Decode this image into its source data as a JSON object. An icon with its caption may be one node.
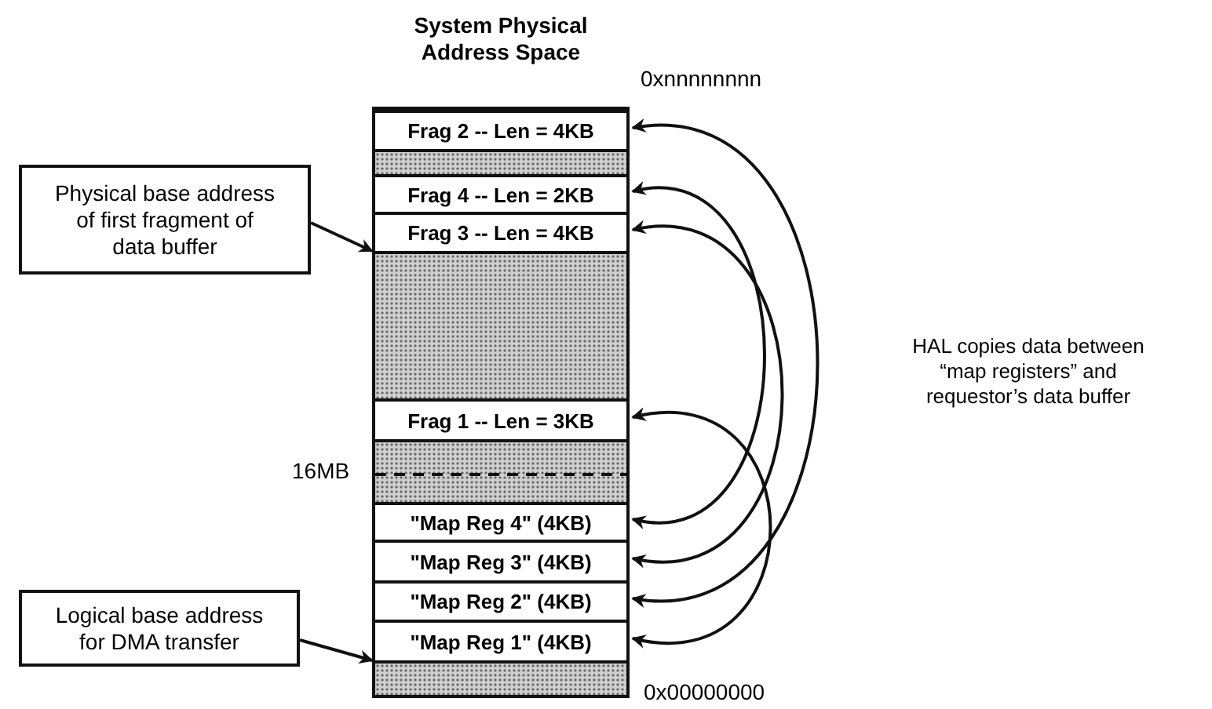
{
  "diagram": {
    "nodes": [
      {
        "text": [
          "System Physical Address Space"
        ]
      },
      {
        "text": [
          "Frag 2 -- Len = 4KB"
        ],
        "in": 0
      },
      {
        "text": [
          "Frag 4 -- Len = 2KB"
        ],
        "in": 0
      },
      {
        "text": [
          "Frag 3 -- Len = 4KB"
        ],
        "in": 0
      },
      {
        "text": [
          "Frag 1 -- Len = 3KB"
        ],
        "in": 0
      },
      {
        "text": [
          "\"Map Reg 4\" (4KB)"
        ],
        "in": 0
      },
      {
        "text": [
          "\"Map Reg 3\" (4KB)"
        ],
        "in": 0
      },
      {
        "text": [
          "\"Map Reg 2\" (4KB)"
        ],
        "in": 0
      },
      {
        "text": [
          "\"Map Reg 1\" (4KB)"
        ],
        "in": 0
      },
      {
        "text": [
          "Physical base address of first fragment of data buffer"
        ]
      },
      {
        "text": [
          "Logical base address for DMA transfer"
        ]
      },
      {
        "text": [],
        "shape": "box",
        "in": 0
      },
      {
        "text": [],
        "shape": "box",
        "in": 0
      },
      {
        "text": [],
        "shape": "box",
        "in": 0
      },
      {
        "text": [],
        "shape": "box",
        "in": 0
      }
    ],
    "edges": [
      {
        "from": 4,
        "to": 8,
        "arrow": "both"
      },
      {
        "from": 1,
        "to": 7,
        "arrow": "both"
      },
      {
        "from": 3,
        "to": 6,
        "arrow": "both"
      },
      {
        "from": 2,
        "to": 5,
        "arrow": "both"
      },
      {
        "from": 9,
        "to": 0,
        "arrow": "to"
      },
      {
        "from": 10,
        "to": 0,
        "arrow": "to"
      }
    ],
    "labels": [
      "0xnnnnnnnn",
      "HAL copies data between “map registers” and requestor’s data buffer",
      "16MB",
      "0x00000000"
    ]
  }
}
